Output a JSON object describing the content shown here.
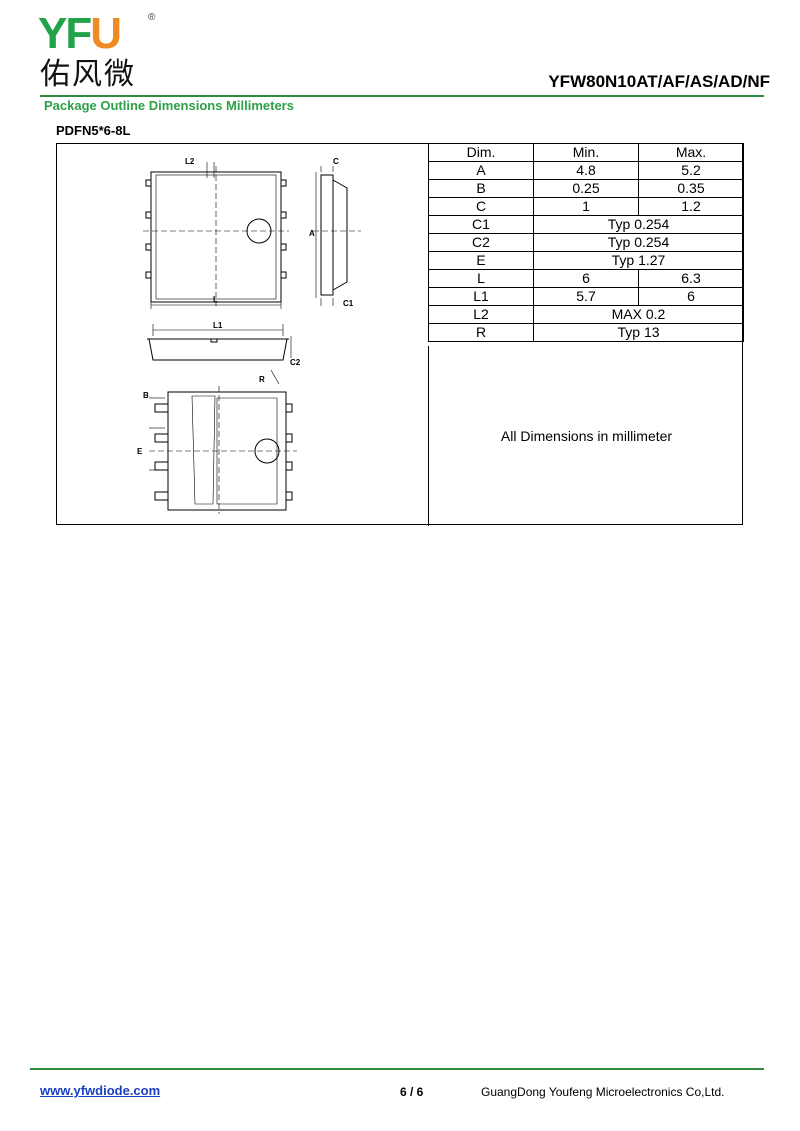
{
  "logo": {
    "latin_green": "YF",
    "latin_orange": "U",
    "reg_mark": "®",
    "chinese": "佑风微"
  },
  "header": {
    "part_number": "YFW80N10AT/AF/AS/AD/NF",
    "section_title": "Package Outline Dimensions Millimeters",
    "package_name": "PDFN5*6-8L"
  },
  "drawing_labels": {
    "L2": "L2",
    "C": "C",
    "A": "A",
    "L": "L",
    "C1": "C1",
    "L1": "L1",
    "C2": "C2",
    "R": "R",
    "B": "B",
    "E": "E"
  },
  "table": {
    "headers": [
      "Dim.",
      "Min.",
      "Max."
    ],
    "rows": [
      {
        "dim": "A",
        "min": "4.8",
        "max": "5.2"
      },
      {
        "dim": "B",
        "min": "0.25",
        "max": "0.35"
      },
      {
        "dim": "C",
        "min": "1",
        "max": "1.2"
      },
      {
        "dim": "C1",
        "typ": "Typ 0.254"
      },
      {
        "dim": "C2",
        "typ": "Typ 0.254"
      },
      {
        "dim": "E",
        "typ": "Typ 1.27"
      },
      {
        "dim": "L",
        "min": "6",
        "max": "6.3"
      },
      {
        "dim": "L1",
        "min": "5.7",
        "max": "6"
      },
      {
        "dim": "L2",
        "typ": "MAX 0.2"
      },
      {
        "dim": "R",
        "typ": "Typ 13"
      }
    ],
    "note": "All Dimensions in millimeter"
  },
  "footer": {
    "url": "www.yfwdiode.com",
    "page": "6 / 6",
    "company": "GuangDong Youfeng Microelectronics Co,Ltd."
  },
  "colors": {
    "brand_green": "#22a34a",
    "brand_orange": "#f08a24",
    "rule_green": "#2e8b3d",
    "link_blue": "#1a3fbf"
  }
}
